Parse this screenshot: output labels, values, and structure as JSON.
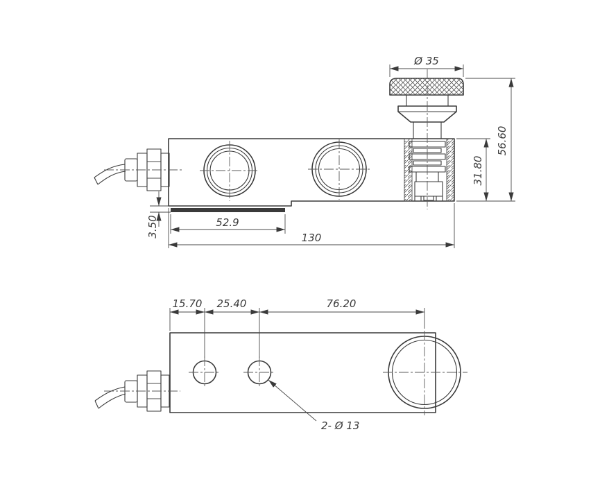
{
  "drawing": {
    "kind": "shear-beam load cell, 2-view engineering drawing",
    "colors": {
      "line": "#3a3a3a",
      "background": "#ffffff"
    }
  },
  "side_view": {
    "cap_diameter": "Ø 35",
    "total_height": "56.60",
    "beam_height": "31.80",
    "gap_thickness": "3.50",
    "slot_length": "52.9",
    "overall_length": "130"
  },
  "plan_view": {
    "dim_left": "15.70",
    "dim_mid": "25.40",
    "dim_right": "76.20",
    "holes_label": "2- Ø 13"
  }
}
